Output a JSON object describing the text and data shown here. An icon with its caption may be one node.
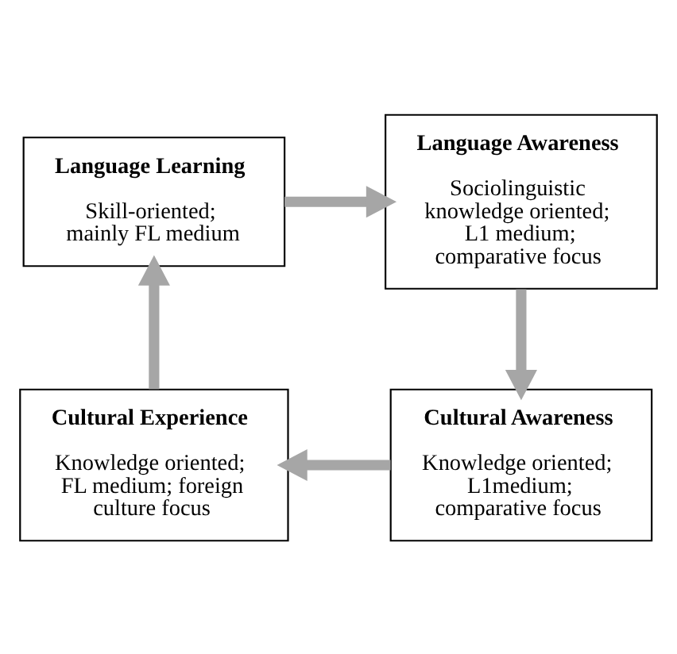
{
  "diagram": {
    "nodes": [
      {
        "text": [
          "Language Learning",
          "Skill-oriented; mainly FL medium"
        ]
      },
      {
        "text": [
          "Language Awareness",
          "Sociolinguistic knowledge oriented; L1 medium; comparative focus"
        ]
      },
      {
        "text": [
          "Cultural Awareness",
          "Knowledge oriented; L1medium; comparative focus"
        ]
      },
      {
        "text": [
          "Cultural Experience",
          "Knowledge oriented; FL medium; foreign culture focus"
        ]
      }
    ],
    "edges": [
      {
        "from": 0,
        "to": 1,
        "arrow": "to"
      },
      {
        "from": 1,
        "to": 2,
        "arrow": "to"
      },
      {
        "from": 2,
        "to": 3,
        "arrow": "to"
      },
      {
        "from": 3,
        "to": 0,
        "arrow": "to"
      }
    ]
  }
}
